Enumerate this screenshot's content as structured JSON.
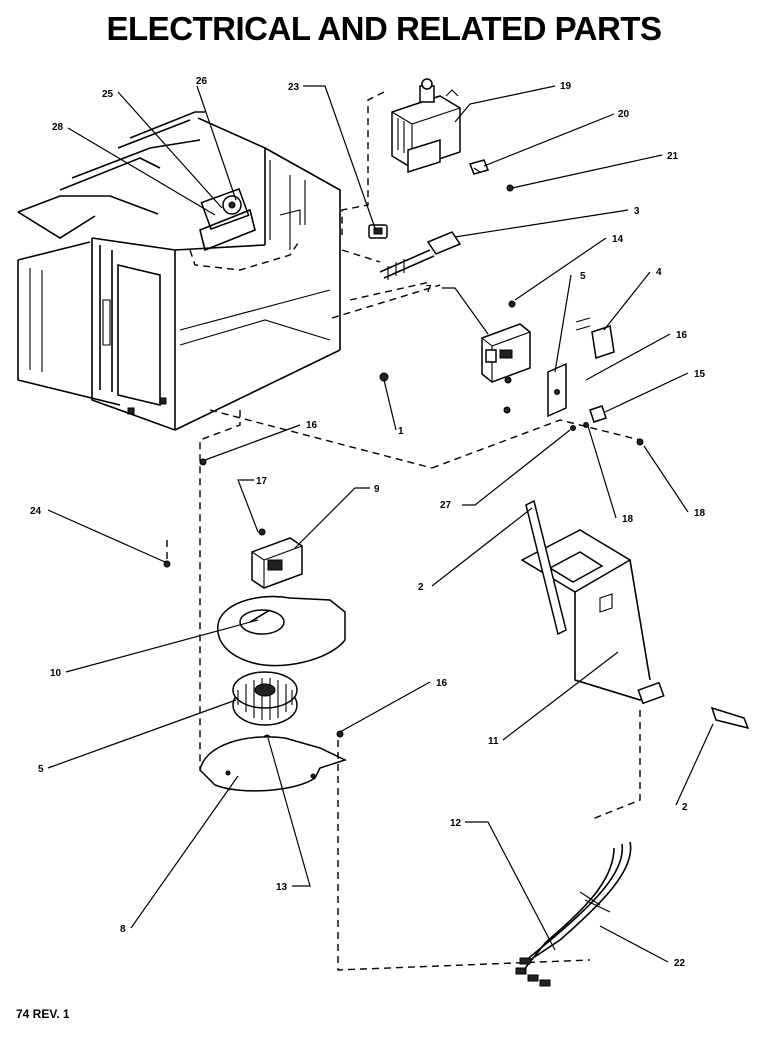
{
  "title": "ELECTRICAL AND RELATED PARTS",
  "footer": "74 REV. 1",
  "callouts": [
    {
      "id": "c25",
      "label": "25"
    },
    {
      "id": "c26",
      "label": "26"
    },
    {
      "id": "c28",
      "label": "28"
    },
    {
      "id": "c23",
      "label": "23"
    },
    {
      "id": "c19",
      "label": "19"
    },
    {
      "id": "c20",
      "label": "20"
    },
    {
      "id": "c21",
      "label": "21"
    },
    {
      "id": "c3",
      "label": "3"
    },
    {
      "id": "c14",
      "label": "14"
    },
    {
      "id": "c5a",
      "label": "5"
    },
    {
      "id": "c4",
      "label": "4"
    },
    {
      "id": "c7",
      "label": "7"
    },
    {
      "id": "c16a",
      "label": "16"
    },
    {
      "id": "c15",
      "label": "15"
    },
    {
      "id": "c1",
      "label": "1"
    },
    {
      "id": "c16b",
      "label": "16"
    },
    {
      "id": "c27",
      "label": "27"
    },
    {
      "id": "c18a",
      "label": "18"
    },
    {
      "id": "c18b",
      "label": "18"
    },
    {
      "id": "c17",
      "label": "17"
    },
    {
      "id": "c9",
      "label": "9"
    },
    {
      "id": "c24",
      "label": "24"
    },
    {
      "id": "c2a",
      "label": "2"
    },
    {
      "id": "c10",
      "label": "10"
    },
    {
      "id": "c16c",
      "label": "16"
    },
    {
      "id": "c5b",
      "label": "5"
    },
    {
      "id": "c11",
      "label": "11"
    },
    {
      "id": "c2b",
      "label": "2"
    },
    {
      "id": "c12",
      "label": "12"
    },
    {
      "id": "c13",
      "label": "13"
    },
    {
      "id": "c8",
      "label": "8"
    },
    {
      "id": "c22",
      "label": "22"
    }
  ]
}
